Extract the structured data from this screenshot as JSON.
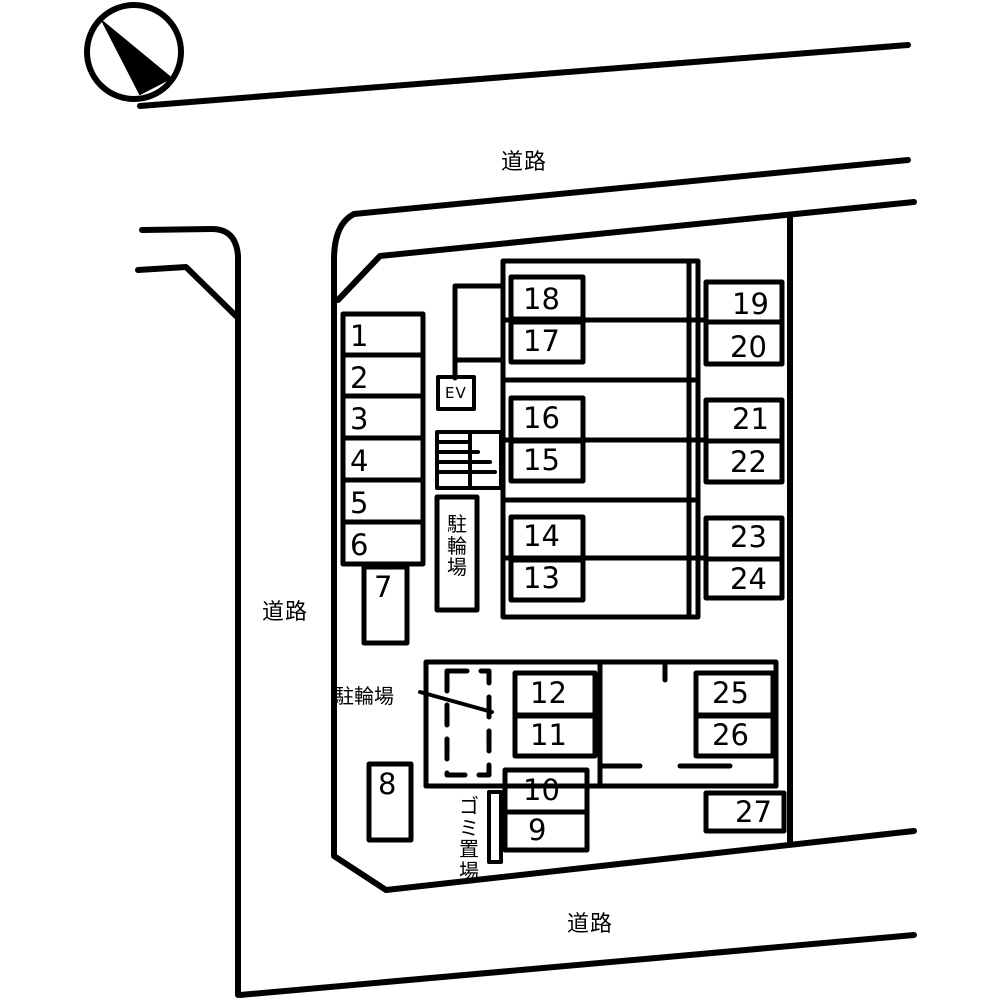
{
  "roads": {
    "top": "道路",
    "left": "道路",
    "bottom": "道路"
  },
  "facilities": {
    "bicycle_parking_inner": "駐輪場",
    "bicycle_parking_outer": "駐輪場",
    "garbage_area": "ゴミ置場",
    "elevator": "EV"
  },
  "parking_spots": [
    "1",
    "2",
    "3",
    "4",
    "5",
    "6",
    "7",
    "8",
    "9",
    "10",
    "11",
    "12",
    "13",
    "14",
    "15",
    "16",
    "17",
    "18",
    "19",
    "20",
    "21",
    "22",
    "23",
    "24",
    "25",
    "26",
    "27"
  ]
}
